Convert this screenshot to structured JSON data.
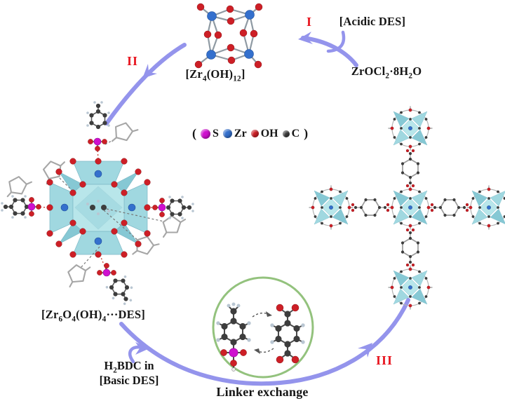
{
  "colors": {
    "arrow": "#9494ec",
    "step_numeral": "#e8151f",
    "text": "#151515",
    "sulfur": "#cf10cf",
    "zirconium": "#3470cd",
    "hydroxide": "#cd1f26",
    "carbon": "#3d3d3d",
    "polyhedra_light": "#b8e6ea",
    "polyhedra_mid": "#a0d8e0",
    "polyhedra_dark": "#86c8d4",
    "circle_green": "#93c27d"
  },
  "steps": {
    "i": "I",
    "ii": "II",
    "iii": "III"
  },
  "labels": {
    "zr4_cluster": [
      {
        "t": "[Zr"
      },
      {
        "t": "4",
        "sub": true
      },
      {
        "t": "(OH)"
      },
      {
        "t": "12",
        "sub": true
      },
      {
        "t": "]"
      }
    ],
    "acidic_des": "[Acidic DES]",
    "zrocl2": [
      {
        "t": "ZrOCl"
      },
      {
        "t": "2",
        "sub": true
      },
      {
        "t": "·8H"
      },
      {
        "t": "2",
        "sub": true
      },
      {
        "t": "O"
      }
    ],
    "zr6_cluster": [
      {
        "t": "[Zr"
      },
      {
        "t": "6",
        "sub": true
      },
      {
        "t": "O"
      },
      {
        "t": "4",
        "sub": true
      },
      {
        "t": "(OH)"
      },
      {
        "t": "4",
        "sub": true
      },
      {
        "t": "···DES]"
      }
    ],
    "h2bdc_line1": [
      {
        "t": "H"
      },
      {
        "t": "2",
        "sub": true
      },
      {
        "t": "BDC in"
      }
    ],
    "h2bdc_line2": "[Basic DES]",
    "linker_exchange": "Linker exchange"
  },
  "legend": {
    "open": "(",
    "close": ")",
    "items": [
      {
        "label": "S",
        "color": "#cf10cf"
      },
      {
        "label": "Zr",
        "color": "#3470cd"
      },
      {
        "label": "OH",
        "color": "#cd1f26"
      },
      {
        "label": "C",
        "color": "#3d3d3d"
      }
    ]
  }
}
